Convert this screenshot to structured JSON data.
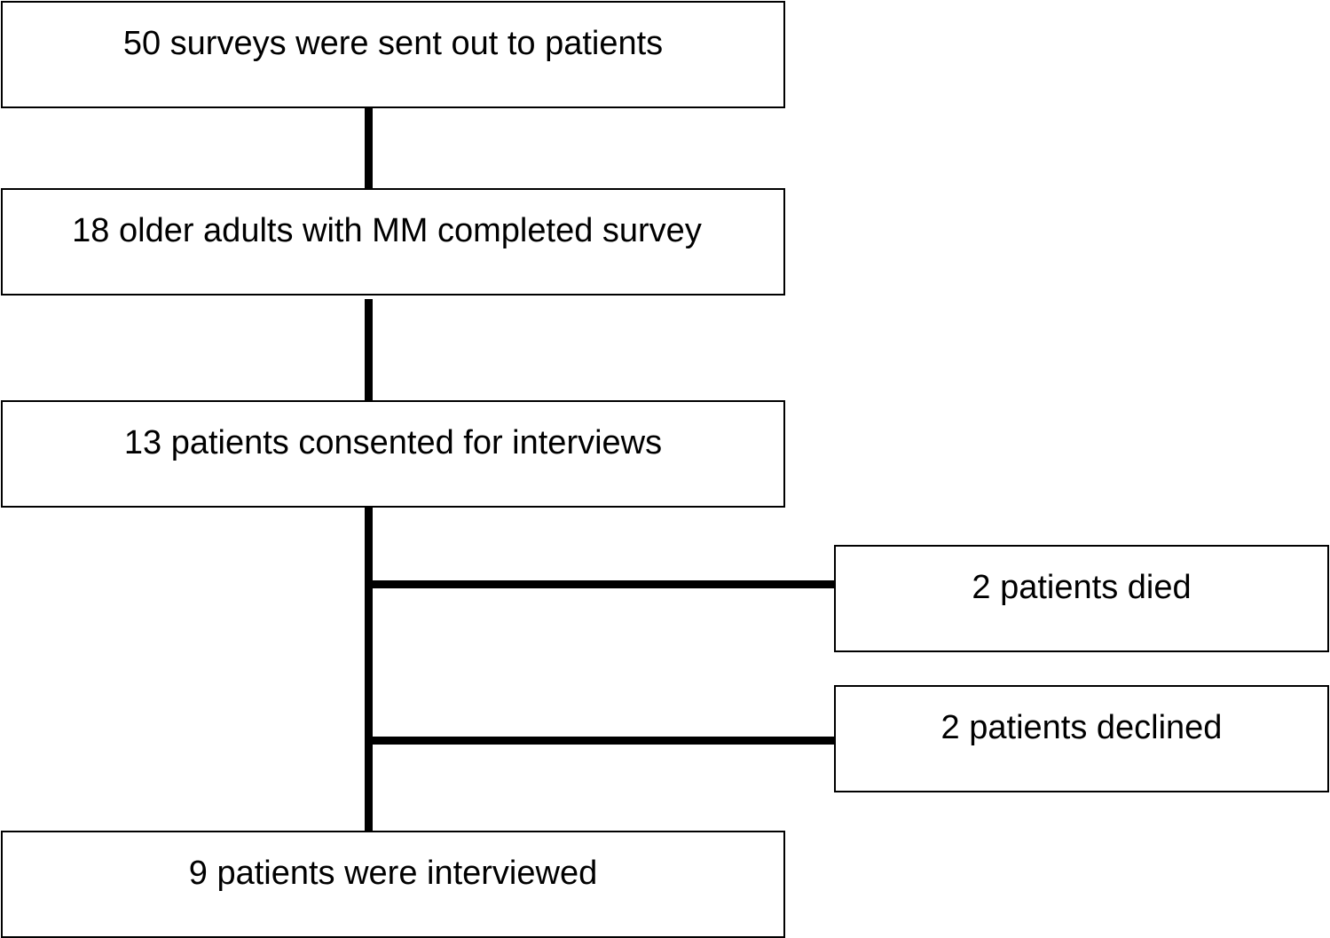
{
  "flowchart": {
    "nodes": [
      {
        "id": "sent",
        "text": "50 surveys were sent out to patients"
      },
      {
        "id": "completed",
        "text": "18 older adults with MM completed survey"
      },
      {
        "id": "consented",
        "text": "13 patients consented for interviews"
      },
      {
        "id": "died",
        "text": "2 patients died"
      },
      {
        "id": "declined",
        "text": "2 patients declined"
      },
      {
        "id": "interviewed",
        "text": "9 patients were interviewed"
      }
    ],
    "edges": [
      {
        "from": "sent",
        "to": "completed"
      },
      {
        "from": "completed",
        "to": "consented"
      },
      {
        "from": "consented",
        "to": "died"
      },
      {
        "from": "consented",
        "to": "declined"
      },
      {
        "from": "consented",
        "to": "interviewed"
      }
    ]
  }
}
